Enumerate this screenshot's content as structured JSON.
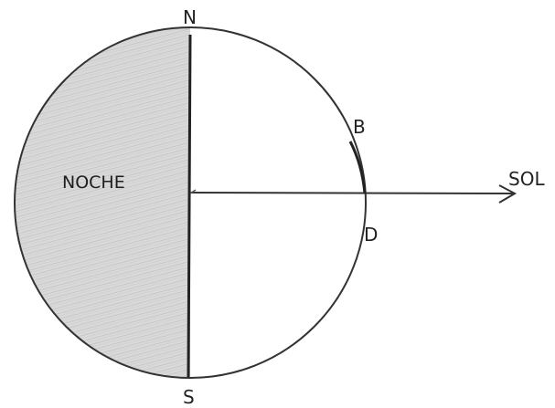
{
  "diagram": {
    "labels": {
      "north": "N",
      "south": "S",
      "night": "NOCHE",
      "sun": "SOL",
      "point_b": "B",
      "point_d": "D"
    },
    "colors": {
      "night_fill": "#d6d6d6",
      "line": "#333333",
      "text": "#222222"
    }
  }
}
